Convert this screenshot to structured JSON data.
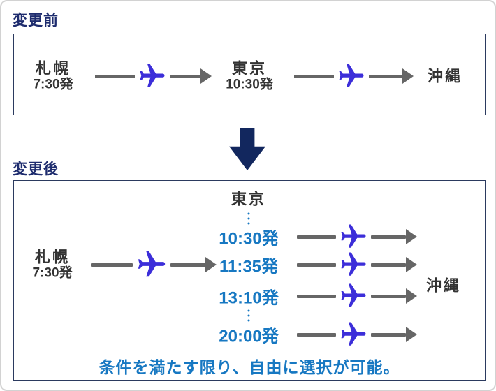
{
  "header": {
    "before_label": "変更前",
    "after_label": "変更後"
  },
  "before": {
    "origin_city": "札幌",
    "origin_time": "7:30発",
    "via_city": "東京",
    "via_time": "10:30発",
    "dest_city": "沖縄"
  },
  "after": {
    "origin_city": "札幌",
    "origin_time": "7:30発",
    "via_city": "東京",
    "departure_options": [
      "10:30発",
      "11:35発",
      "13:10発",
      "20:00発"
    ],
    "dest_city": "沖縄",
    "note": "条件を満たす限り、自由に選択が可能。"
  },
  "icons": {
    "airplane": "airplane-icon",
    "down_arrow": "down-arrow-icon",
    "ellipsis": "ellipsis-dots-icon",
    "arrowhead": "arrowhead-icon"
  },
  "colors": {
    "section_label_navy": "#1e2c6e",
    "down_arrow_navy": "#12275e",
    "box_border_navy": "#2b3a5f",
    "arrow_gray": "#666666",
    "airplane_blue": "#3c2ed9",
    "accent_blue": "#1778c2",
    "city_text": "#333333",
    "outer_border_gray": "#d2d2d2"
  }
}
